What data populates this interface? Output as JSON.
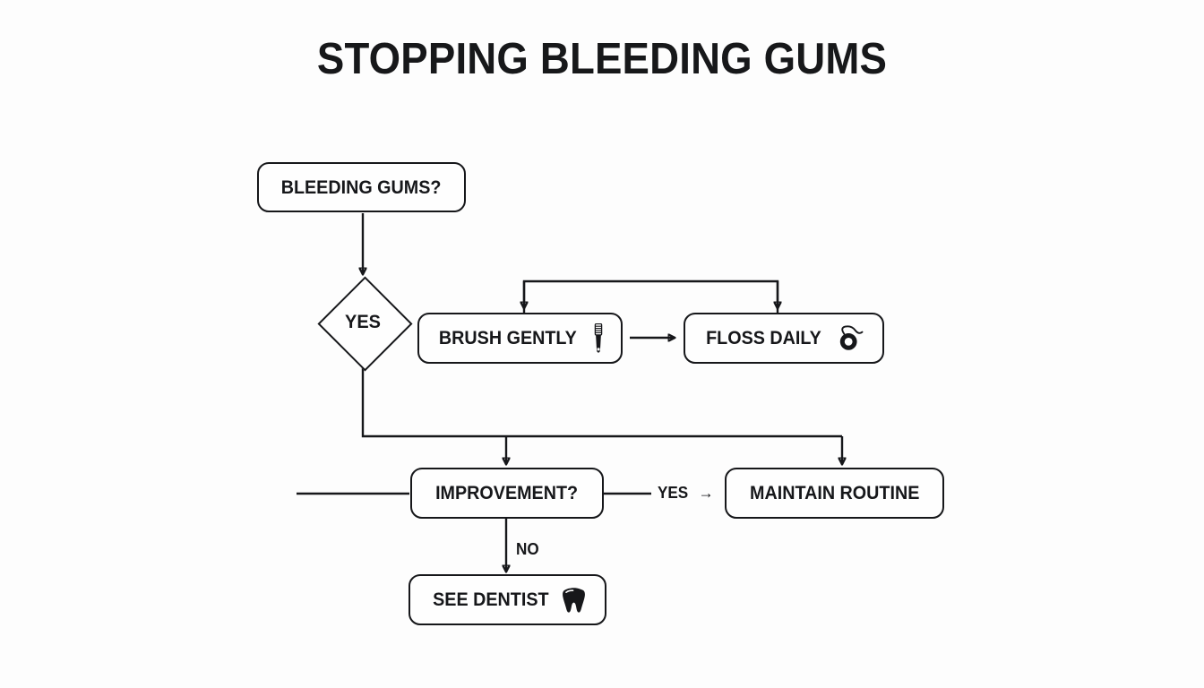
{
  "page": {
    "title": "STOPPING BLEEDING GUMS",
    "background_color": "#fdfdfd",
    "ink_color": "#16171a"
  },
  "diagram": {
    "type": "flowchart",
    "nodes": [
      {
        "id": "start",
        "shape": "rounded-rect",
        "label": "BLEEDING GUMS?",
        "icon": ""
      },
      {
        "id": "decision1",
        "shape": "diamond",
        "label": "YES",
        "icon": ""
      },
      {
        "id": "brush",
        "shape": "rounded-rect",
        "label": "BRUSH GENTLY",
        "icon": "toothbrush-icon"
      },
      {
        "id": "floss",
        "shape": "rounded-rect",
        "label": "FLOSS DAILY",
        "icon": "floss-icon"
      },
      {
        "id": "improve",
        "shape": "rounded-rect",
        "label": "IMPROVEMENT?",
        "icon": ""
      },
      {
        "id": "maintain",
        "shape": "rounded-rect",
        "label": "MAINTAIN ROUTINE",
        "icon": ""
      },
      {
        "id": "dentist",
        "shape": "rounded-rect",
        "label": "SEE DENTIST",
        "icon": "tooth-icon"
      }
    ],
    "edges": [
      {
        "from": "start",
        "to": "decision1",
        "label": ""
      },
      {
        "from": "decision1",
        "to": "brush",
        "label": ""
      },
      {
        "from": "decision1",
        "to": "floss",
        "label": ""
      },
      {
        "from": "brush",
        "to": "floss",
        "label": ""
      },
      {
        "from": "decision1",
        "to": "improve",
        "label": ""
      },
      {
        "from": "decision1",
        "to": "maintain",
        "label": ""
      },
      {
        "from": "improve",
        "to": "maintain",
        "label": "YES"
      },
      {
        "from": "improve",
        "to": "dentist",
        "label": "NO"
      }
    ],
    "edge_labels": {
      "yes_maintain": "YES",
      "yes_maintain_arrow": "→",
      "no_dentist": "NO"
    }
  }
}
